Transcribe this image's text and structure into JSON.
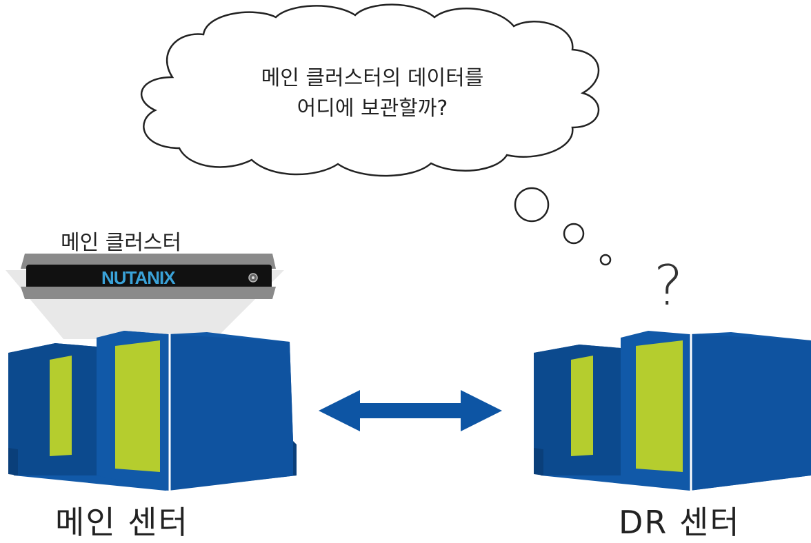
{
  "thought_cloud": {
    "line1": "메인 클러스터의 데이터를",
    "line2": "어디에 보관할까?"
  },
  "main_cluster": {
    "label": "메인 클러스터",
    "brand": "NUTANIX"
  },
  "main_center": {
    "label": "메인 센터"
  },
  "dr_center": {
    "label": "DR 센터",
    "status_symbol": "?"
  },
  "colors": {
    "datacenter_blue": "#1159a8",
    "datacenter_blue_dark": "#0c4a8e",
    "panel_lime": "#b5cd2e",
    "arrow_blue": "#0d55a4",
    "server_black": "#111111",
    "server_grey": "#8a8a8a",
    "brand_blue": "#3aa2d8"
  }
}
